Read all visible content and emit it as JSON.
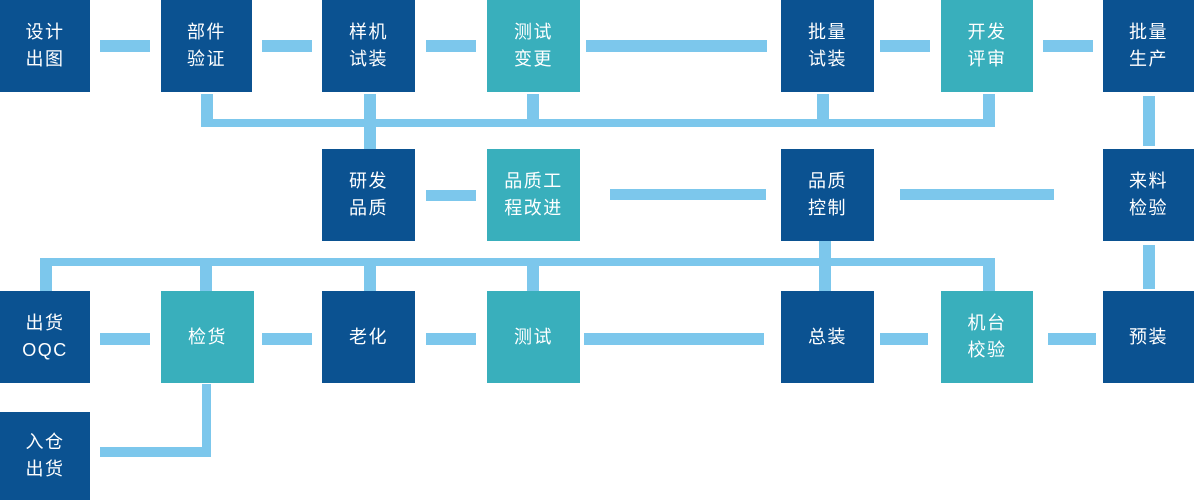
{
  "palette": {
    "dark_blue": "#0B5291",
    "teal": "#39AFBC",
    "light_blue": "#7CC7EC",
    "text_white": "#FFFFFF",
    "background": "#FFFFFF"
  },
  "diagram": {
    "type": "process-flowchart",
    "nodes": [
      {
        "id": "design-drawing",
        "label": "设计\n出图",
        "color": "dark"
      },
      {
        "id": "component-verification",
        "label": "部件\n验证",
        "color": "dark"
      },
      {
        "id": "prototype-assembly",
        "label": "样机\n试装",
        "color": "dark"
      },
      {
        "id": "test-change",
        "label": "测试\n变更",
        "color": "teal"
      },
      {
        "id": "batch-trial-assembly",
        "label": "批量\n试装",
        "color": "dark"
      },
      {
        "id": "development-review",
        "label": "开发\n评审",
        "color": "teal"
      },
      {
        "id": "mass-production",
        "label": "批量\n生产",
        "color": "dark"
      },
      {
        "id": "rd-quality",
        "label": "研发\n品质",
        "color": "dark"
      },
      {
        "id": "quality-engineering-improvement",
        "label": "品质工\n程改进",
        "color": "teal"
      },
      {
        "id": "quality-control",
        "label": "品质\n控制",
        "color": "dark"
      },
      {
        "id": "incoming-inspection",
        "label": "来料\n检验",
        "color": "dark"
      },
      {
        "id": "shipment-oqc",
        "label": "出货\nOQC",
        "color": "dark"
      },
      {
        "id": "goods-inspection",
        "label": "检货",
        "color": "teal"
      },
      {
        "id": "aging",
        "label": "老化",
        "color": "dark"
      },
      {
        "id": "testing",
        "label": "测试",
        "color": "teal"
      },
      {
        "id": "final-assembly",
        "label": "总装",
        "color": "dark"
      },
      {
        "id": "machine-calibration",
        "label": "机台\n校验",
        "color": "teal"
      },
      {
        "id": "pre-assembly",
        "label": "预装",
        "color": "dark"
      },
      {
        "id": "warehouse-shipment",
        "label": "入仓\n出货",
        "color": "dark"
      }
    ],
    "edges": [
      [
        "design-drawing",
        "component-verification"
      ],
      [
        "component-verification",
        "prototype-assembly"
      ],
      [
        "prototype-assembly",
        "test-change"
      ],
      [
        "test-change",
        "batch-trial-assembly"
      ],
      [
        "batch-trial-assembly",
        "development-review"
      ],
      [
        "development-review",
        "mass-production"
      ],
      [
        "component-verification",
        "top-bus"
      ],
      [
        "prototype-assembly",
        "top-bus"
      ],
      [
        "test-change",
        "top-bus"
      ],
      [
        "batch-trial-assembly",
        "top-bus"
      ],
      [
        "development-review",
        "top-bus"
      ],
      [
        "top-bus",
        "rd-quality"
      ],
      [
        "mass-production",
        "incoming-inspection"
      ],
      [
        "rd-quality",
        "quality-engineering-improvement"
      ],
      [
        "quality-engineering-improvement",
        "quality-control"
      ],
      [
        "quality-control",
        "incoming-inspection"
      ],
      [
        "incoming-inspection",
        "pre-assembly"
      ],
      [
        "quality-control",
        "middle-bus"
      ],
      [
        "middle-bus",
        "shipment-oqc"
      ],
      [
        "middle-bus",
        "goods-inspection"
      ],
      [
        "middle-bus",
        "aging"
      ],
      [
        "middle-bus",
        "testing"
      ],
      [
        "middle-bus",
        "final-assembly"
      ],
      [
        "middle-bus",
        "machine-calibration"
      ],
      [
        "shipment-oqc",
        "goods-inspection"
      ],
      [
        "goods-inspection",
        "aging"
      ],
      [
        "aging",
        "testing"
      ],
      [
        "testing",
        "final-assembly"
      ],
      [
        "final-assembly",
        "machine-calibration"
      ],
      [
        "machine-calibration",
        "pre-assembly"
      ],
      [
        "goods-inspection",
        "warehouse-shipment"
      ]
    ]
  }
}
